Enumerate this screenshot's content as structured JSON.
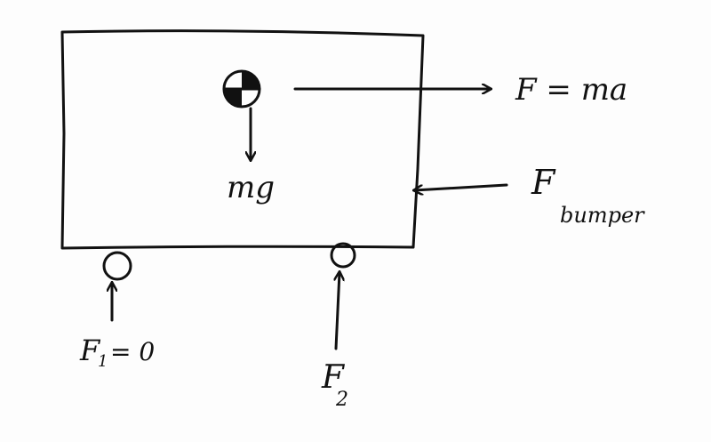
{
  "labels": {
    "inertial_force": "F = ma",
    "weight": "mg",
    "bumper_force_main": "F",
    "bumper_force_sub": "bumper",
    "front_force_main": "F",
    "front_force_sub": "1",
    "front_force_value": "= 0",
    "rear_force_main": "F",
    "rear_force_sub": "2"
  },
  "colors": {
    "ink": "#111111",
    "paper": "#fdfdfd"
  }
}
